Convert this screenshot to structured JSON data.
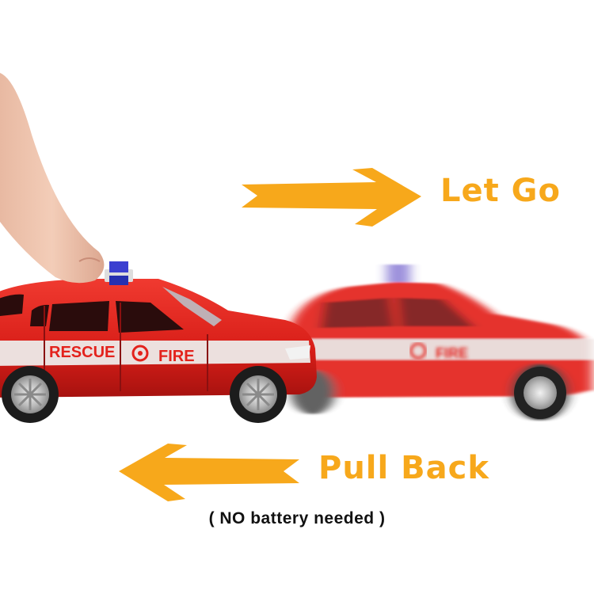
{
  "labels": {
    "let_go": "Let Go",
    "pull_back": "Pull Back",
    "note": "( NO battery needed )"
  },
  "cars": {
    "door_rear_text": "RESCUE",
    "door_front_text": "FIRE"
  },
  "colors": {
    "arrow": "#f7a81b",
    "car_red": "#e3221c",
    "stripe": "#e8d8d6",
    "label": "#f7a81b"
  },
  "icons": {
    "finger": "finger-icon",
    "arrow_right": "arrow-right-icon",
    "arrow_left": "arrow-left-icon"
  }
}
